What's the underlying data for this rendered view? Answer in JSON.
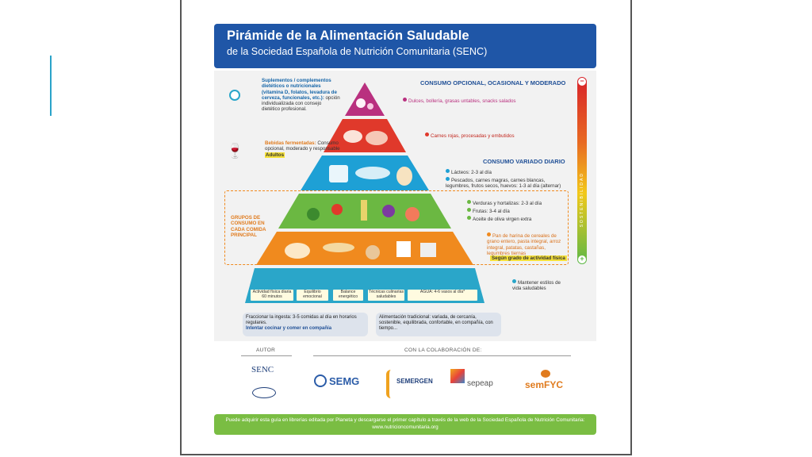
{
  "title": "Pirámide de la Alimentación Saludable",
  "subtitle": "de la Sociedad Española de Nutrición Comunitaria (SENC)",
  "left": {
    "supplements": "Suplementos / complementos dietéticos o nutricionales (vitamina D, folatos, levadura de cerveza, funcionales, etc.):",
    "supplements_note": "opción individualizada con consejo dietético profesional.",
    "drinks": "Bebidas fermentadas:",
    "drinks_note": "Consumo opcional, moderado y responsable",
    "drinks_tag": "Adultos",
    "groups": "GRUPOS DE CONSUMO EN CADA COMIDA PRINCIPAL"
  },
  "right": {
    "optional_header": "CONSUMO OPCIONAL, OCASIONAL Y MODERADO",
    "sweets": "Dulces, bollería, grasas untables, snacks salados",
    "meats": "Carnes rojas, procesadas y embutidos",
    "varied_header": "CONSUMO VARIADO DIARIO",
    "dairy": "Lácteos: 2-3 al día",
    "protein": "Pescados, carnes magras, carnes blancas, legumbres, frutos secos, huevos: 1-3 al día (alternar)",
    "veg": "Verduras y hortalizas: 2-3 al día",
    "fruit": "Frutas: 3-4 al día",
    "oil": "Aceite de oliva virgen extra",
    "cereals": "Pan de harina de cereales de grano entero, pasta integral, arroz integral, patatas, castañas, legumbres tiernas",
    "cereals_tag": "Según grado de actividad física",
    "lifestyle": "Mantener estilos de vida saludables",
    "sostenibilidad": "SOSTENIBILIDAD"
  },
  "base_labels": [
    "Actividad física diaria 60 minutos",
    "Equilibrio emocional",
    "Balance energético",
    "Técnicas culinarias saludables",
    "AGUA: 4-6 vasos al día*"
  ],
  "bottom_left": {
    "l1": "Fraccionar la ingesta: 3-5 comidas al día en horarios regulares.",
    "l2": "Intentar cocinar y comer en compañía"
  },
  "bottom_right": "Alimentación tradicional: variada, de cercanía, sostenible, equilibrada, confortable, en compañía, con tiempo...",
  "autor": "AUTOR",
  "colab": "CON LA COLABORACIÓN DE:",
  "logos": [
    "SENC",
    "SEMG",
    "SEMERGEN",
    "sepeap",
    "semFYC"
  ],
  "footer": "Puede adquirir esta guía en librerías editada por Planeta y descargarse el primer capítulo a través de la web de la Sociedad Española de Nutrición Comunitaria: www.nutricioncomunitaria.org"
}
